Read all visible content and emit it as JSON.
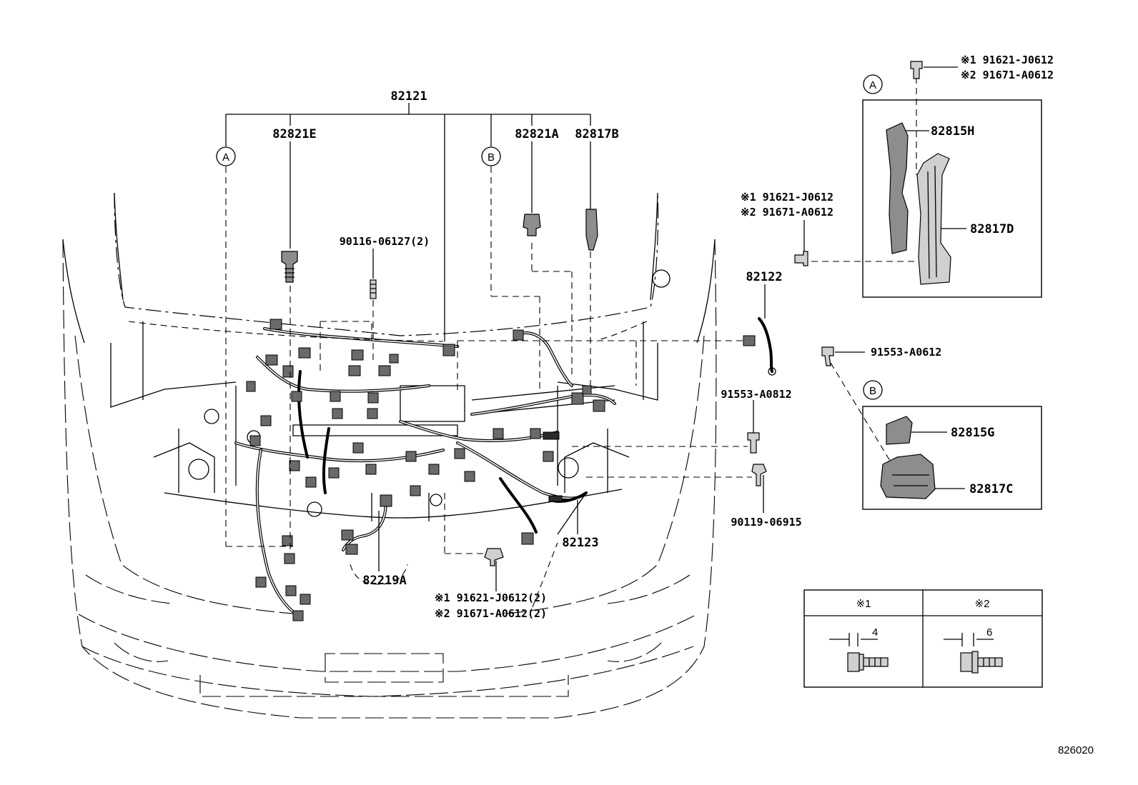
{
  "labels": {
    "main_harness": "82121",
    "part_82821E": "82821E",
    "part_82821A": "82821A",
    "part_82817B": "82817B",
    "bolt_90116": "90116-06127(2)",
    "part_82122": "82122",
    "bolt_91553_A0812": "91553-A0812",
    "bolt_90119": "90119-06915",
    "part_82123": "82123",
    "part_82219A": "82219A",
    "bolt_91553_A0612": "91553-A0612",
    "note_top_1": "※1 91621-J0612",
    "note_top_2": "※2 91671-A0612",
    "note_mid_1": "※1 91621-J0612",
    "note_mid_2": "※2 91671-A0612",
    "note_bot_1": "※1 91621-J0612(2)",
    "note_bot_2": "※2 91671-A0612(2)",
    "part_82815H": "82815H",
    "part_82817D": "82817D",
    "part_82815G": "82815G",
    "part_82817C": "82817C",
    "ref_A": "A",
    "ref_B": "B",
    "diagram_id": "826020"
  },
  "legend": {
    "col1_header": "※1",
    "col2_header": "※2",
    "col1_dim": "4",
    "col2_dim": "6"
  }
}
